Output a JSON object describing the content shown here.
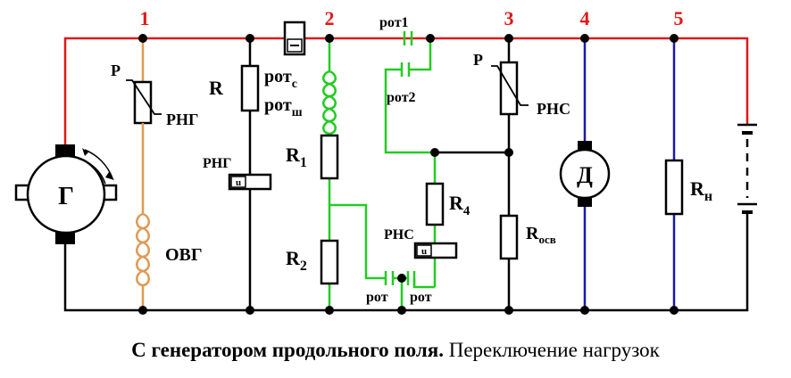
{
  "nodes": [
    "1",
    "2",
    "3",
    "4",
    "5"
  ],
  "labels": {
    "generator": "Г",
    "motor": "Д",
    "rng_p": "Р",
    "rng": "РНГ",
    "r": "R",
    "rng_coil": "РНГ",
    "coil_u": "u",
    "rot_c_main": "рот",
    "rot_c_sub": "с",
    "rot_sh_main": "рот",
    "rot_sh_sub": "ш",
    "r1_main": "R",
    "r1_sub": "1",
    "r2_main": "R",
    "r2_sub": "2",
    "rot1": "рот1",
    "rot2": "рот2",
    "r4_main": "R",
    "r4_sub": "4",
    "rnc_coil": "РНС",
    "rot_left": "рот",
    "rot_right": "рот",
    "rnc_p": "Р",
    "rnc": "РНС",
    "rosv_main": "R",
    "rosv_sub": "осв",
    "rn_main": "R",
    "rn_sub": "н",
    "ovg": "ОВГ"
  },
  "caption": {
    "bold": "С генератором продольного поля.",
    "rest": " Переключение нагрузок"
  },
  "colors": {
    "red": "#e01818",
    "green": "#22cc22",
    "blue": "#1a1aa8",
    "orange": "#e09a55",
    "black": "#000000"
  }
}
